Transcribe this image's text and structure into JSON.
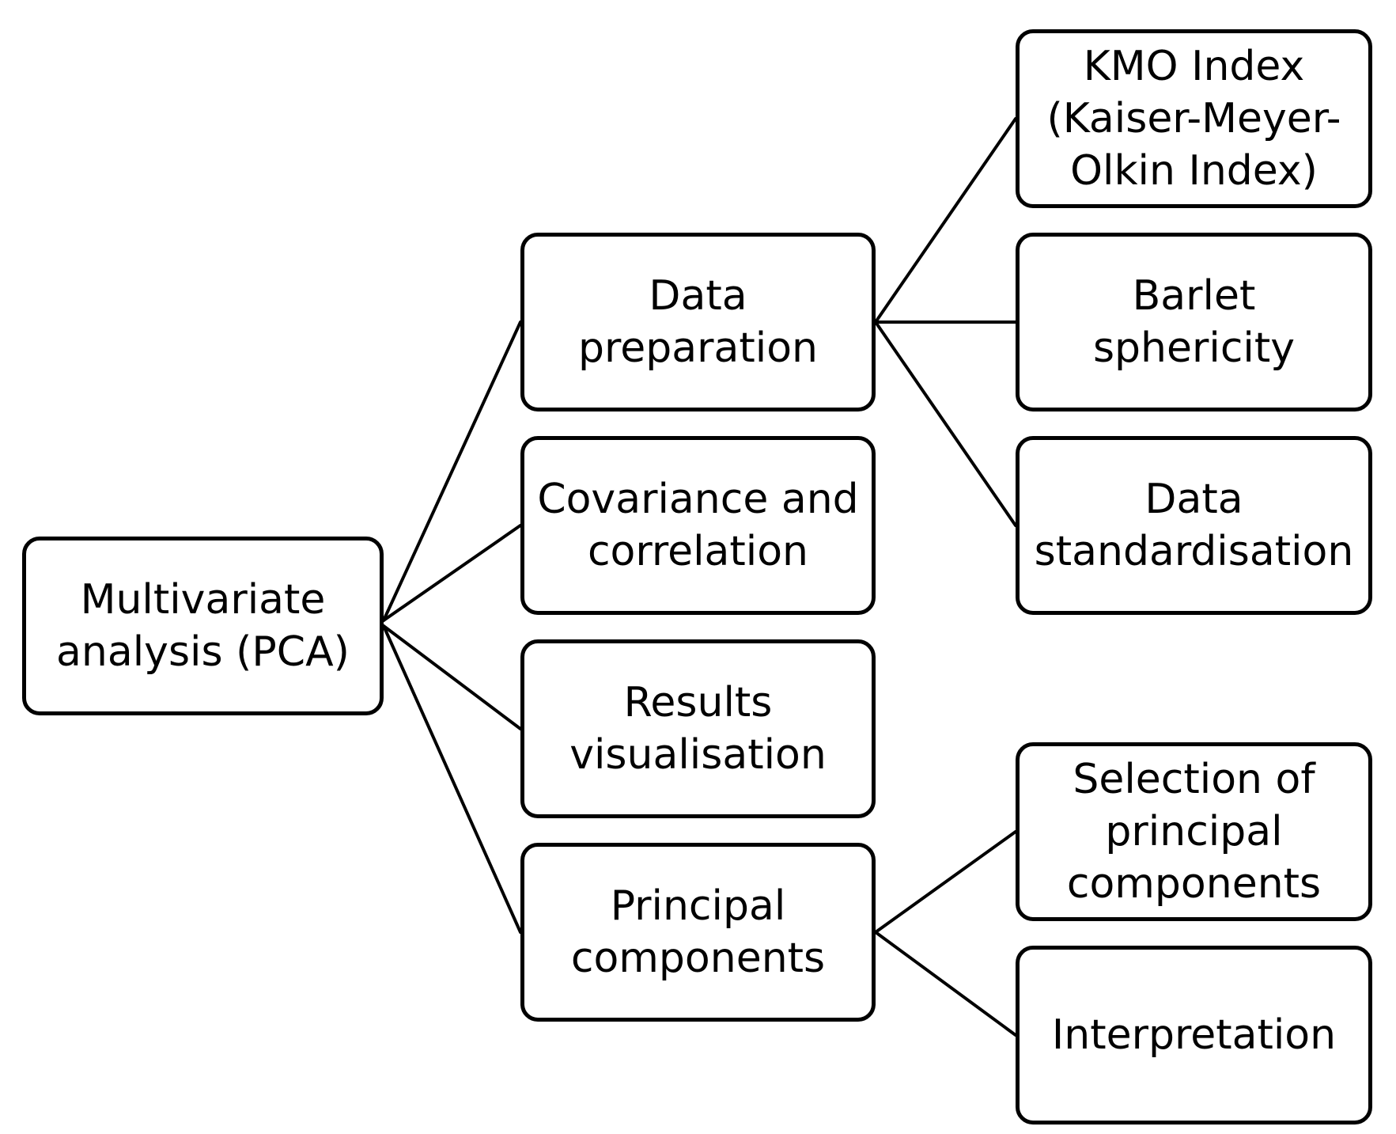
{
  "diagram": {
    "nodes": {
      "root": "Multivariate\nanalysis (PCA)",
      "data_preparation": "Data\npreparation",
      "covariance": "Covariance and\ncorrelation",
      "results": "Results\nvisualisation",
      "principal": "Principal\ncomponents",
      "kmo": "KMO Index\n(Kaiser-Meyer-\nOlkin Index)",
      "barlet": "Barlet sphericity",
      "standardisation": "Data\nstandardisation",
      "selection": "Selection of\nprincipal\ncomponents",
      "interpretation": "Interpretation"
    },
    "edges": [
      [
        "root",
        "data_preparation"
      ],
      [
        "root",
        "covariance"
      ],
      [
        "root",
        "results"
      ],
      [
        "root",
        "principal"
      ],
      [
        "data_preparation",
        "kmo"
      ],
      [
        "data_preparation",
        "barlet"
      ],
      [
        "data_preparation",
        "standardisation"
      ],
      [
        "principal",
        "selection"
      ],
      [
        "principal",
        "interpretation"
      ]
    ],
    "colors": {
      "line": "#000000",
      "box_border": "#000000",
      "box_fill": "#ffffff",
      "text": "#000000"
    }
  }
}
